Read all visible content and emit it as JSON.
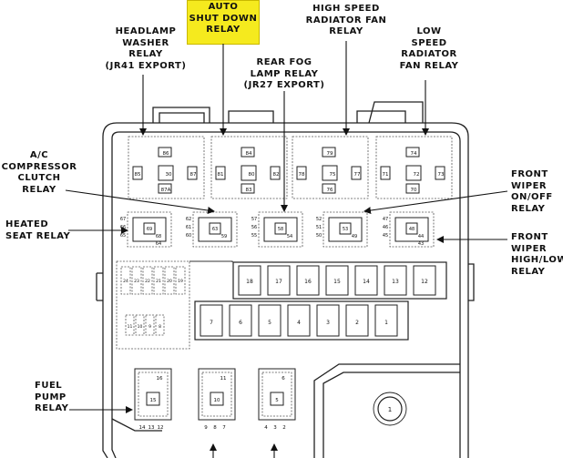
{
  "labels": {
    "headlamp_washer": "HEADLAMP\nWASHER\nRELAY\n(JR41 EXPORT)",
    "auto_shutdown": "AUTO\nSHUT DOWN\nRELAY",
    "high_speed_fan": "HIGH SPEED\nRADIATOR FAN\nRELAY",
    "low_speed_fan": "LOW\nSPEED\nRADIATOR\nFAN RELAY",
    "rear_fog": "REAR FOG\nLAMP RELAY\n(JR27 EXPORT)",
    "ac_compressor": "A/C\nCOMPRESSOR\nCLUTCH\nRELAY",
    "heated_seat": "HEATED\nSEAT RELAY",
    "front_wiper_onoff": "FRONT\nWIPER\nON/OFF\nRELAY",
    "front_wiper_highlow": "FRONT\nWIPER\nHIGH/LOW\nRELAY",
    "fuel_pump": "FUEL\nPUMP\nRELAY"
  },
  "highlight_color": "#f5ea1e",
  "top_relays": [
    {
      "pins": [
        "86",
        "85",
        "30",
        "87",
        "87A"
      ]
    },
    {
      "pins": [
        "84",
        "81",
        "80",
        "82",
        "83"
      ]
    },
    {
      "pins": [
        "79",
        "78",
        "75",
        "77",
        "76"
      ]
    },
    {
      "pins": [
        "74",
        "71",
        "72",
        "73",
        "70"
      ]
    }
  ],
  "mini_relays": [
    {
      "outer": [
        "67",
        "66",
        "65"
      ],
      "inner": [
        "69",
        "68",
        "64"
      ]
    },
    {
      "outer": [
        "62",
        "61",
        "60"
      ],
      "inner": [
        "63",
        "59"
      ]
    },
    {
      "outer": [
        "57",
        "56",
        "55"
      ],
      "inner": [
        "58",
        "54"
      ]
    },
    {
      "outer": [
        "52",
        "51",
        "50"
      ],
      "inner": [
        "53",
        "49"
      ]
    },
    {
      "outer": [
        "47",
        "46",
        "45"
      ],
      "inner": [
        "48",
        "44",
        "43"
      ]
    }
  ],
  "upper_fuses": [
    "18",
    "17",
    "16",
    "15",
    "14",
    "13",
    "12"
  ],
  "lower_fuses": [
    "7",
    "6",
    "5",
    "4",
    "3",
    "2",
    "1"
  ],
  "left_block_top": [
    "24",
    "23",
    "22",
    "21",
    "20",
    "19"
  ],
  "left_block_small": [
    "11",
    "10",
    "9",
    "8"
  ],
  "bottom_relays": [
    {
      "center": "15",
      "side": "16",
      "pins": [
        "14",
        "13",
        "12"
      ]
    },
    {
      "center": "10",
      "side": "11",
      "pins": [
        "9",
        "8",
        "7"
      ]
    },
    {
      "center": "5",
      "side": "6",
      "pins": [
        "4",
        "3",
        "2"
      ]
    }
  ],
  "circle_label": "1"
}
